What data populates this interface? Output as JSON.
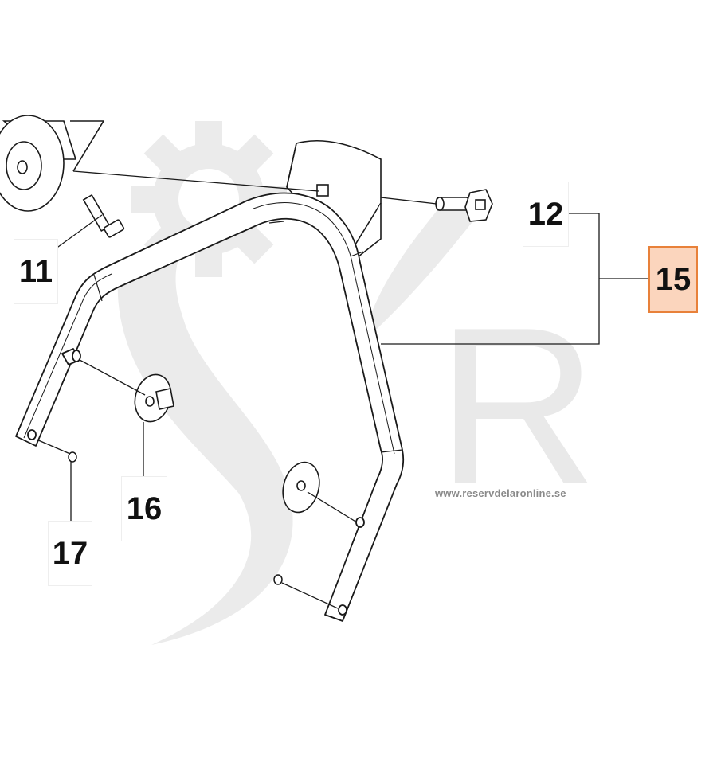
{
  "diagram": {
    "watermark_url": "www.reservdelaronline.se",
    "watermark_letter": "R",
    "labels": {
      "part_11": "11",
      "part_12": "12",
      "part_15": "15",
      "part_16": "16",
      "part_17": "17"
    },
    "highlighted_part": "15",
    "colors": {
      "line": "#1a1a1a",
      "label_text": "#111111",
      "highlight_border": "#e8813a",
      "highlight_fill": "#fbd5bd",
      "watermark": "#e6e6e6"
    }
  }
}
